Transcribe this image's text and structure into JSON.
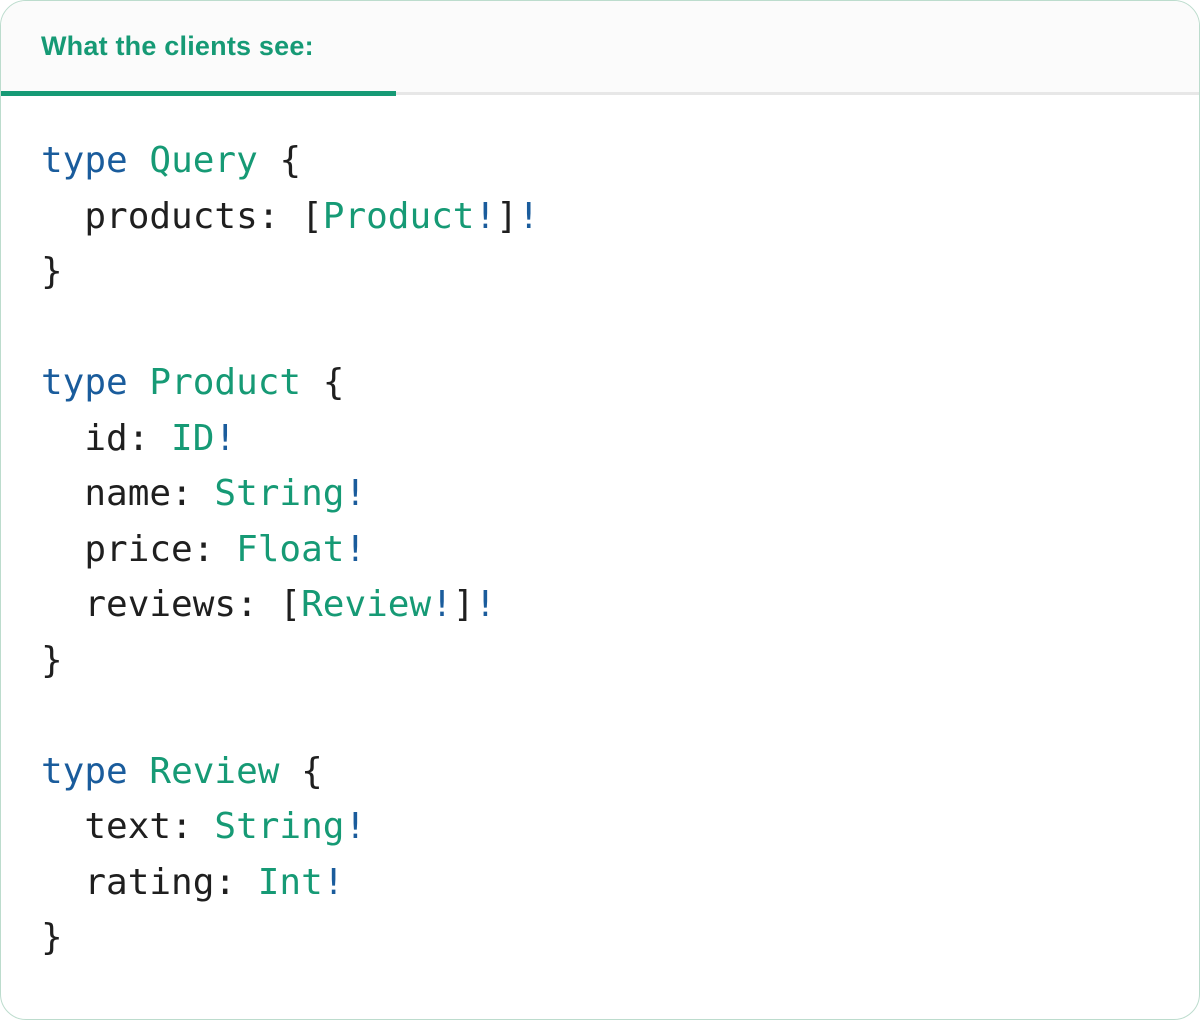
{
  "tabs": [
    {
      "label": "What the clients see:",
      "active": true
    }
  ],
  "colors": {
    "teal": "#169a75",
    "blue": "#1a5c9c",
    "plain": "#1f1f1f",
    "active_underline": "#169a75",
    "divider": "#e7e7e7",
    "panel_border": "#bcdccd",
    "tabbar_bg": "#fbfbfb",
    "content_bg": "#ffffff"
  },
  "code": {
    "lines": [
      [
        {
          "t": "type",
          "c": "keyword"
        },
        {
          "t": " ",
          "c": "plain"
        },
        {
          "t": "Query",
          "c": "typename"
        },
        {
          "t": " {",
          "c": "plain"
        }
      ],
      [
        {
          "t": "  products: [",
          "c": "plain"
        },
        {
          "t": "Product",
          "c": "typename"
        },
        {
          "t": "!",
          "c": "bang"
        },
        {
          "t": "]",
          "c": "plain"
        },
        {
          "t": "!",
          "c": "bang"
        }
      ],
      [
        {
          "t": "}",
          "c": "plain"
        }
      ],
      [],
      [
        {
          "t": "type",
          "c": "keyword"
        },
        {
          "t": " ",
          "c": "plain"
        },
        {
          "t": "Product",
          "c": "typename"
        },
        {
          "t": " {",
          "c": "plain"
        }
      ],
      [
        {
          "t": "  id: ",
          "c": "plain"
        },
        {
          "t": "ID",
          "c": "typename"
        },
        {
          "t": "!",
          "c": "bang"
        }
      ],
      [
        {
          "t": "  name: ",
          "c": "plain"
        },
        {
          "t": "String",
          "c": "typename"
        },
        {
          "t": "!",
          "c": "bang"
        }
      ],
      [
        {
          "t": "  price: ",
          "c": "plain"
        },
        {
          "t": "Float",
          "c": "typename"
        },
        {
          "t": "!",
          "c": "bang"
        }
      ],
      [
        {
          "t": "  reviews: [",
          "c": "plain"
        },
        {
          "t": "Review",
          "c": "typename"
        },
        {
          "t": "!",
          "c": "bang"
        },
        {
          "t": "]",
          "c": "plain"
        },
        {
          "t": "!",
          "c": "bang"
        }
      ],
      [
        {
          "t": "}",
          "c": "plain"
        }
      ],
      [],
      [
        {
          "t": "type",
          "c": "keyword"
        },
        {
          "t": " ",
          "c": "plain"
        },
        {
          "t": "Review",
          "c": "typename"
        },
        {
          "t": " {",
          "c": "plain"
        }
      ],
      [
        {
          "t": "  text: ",
          "c": "plain"
        },
        {
          "t": "String",
          "c": "typename"
        },
        {
          "t": "!",
          "c": "bang"
        }
      ],
      [
        {
          "t": "  rating: ",
          "c": "plain"
        },
        {
          "t": "Int",
          "c": "typename"
        },
        {
          "t": "!",
          "c": "bang"
        }
      ],
      [
        {
          "t": "}",
          "c": "plain"
        }
      ]
    ]
  }
}
